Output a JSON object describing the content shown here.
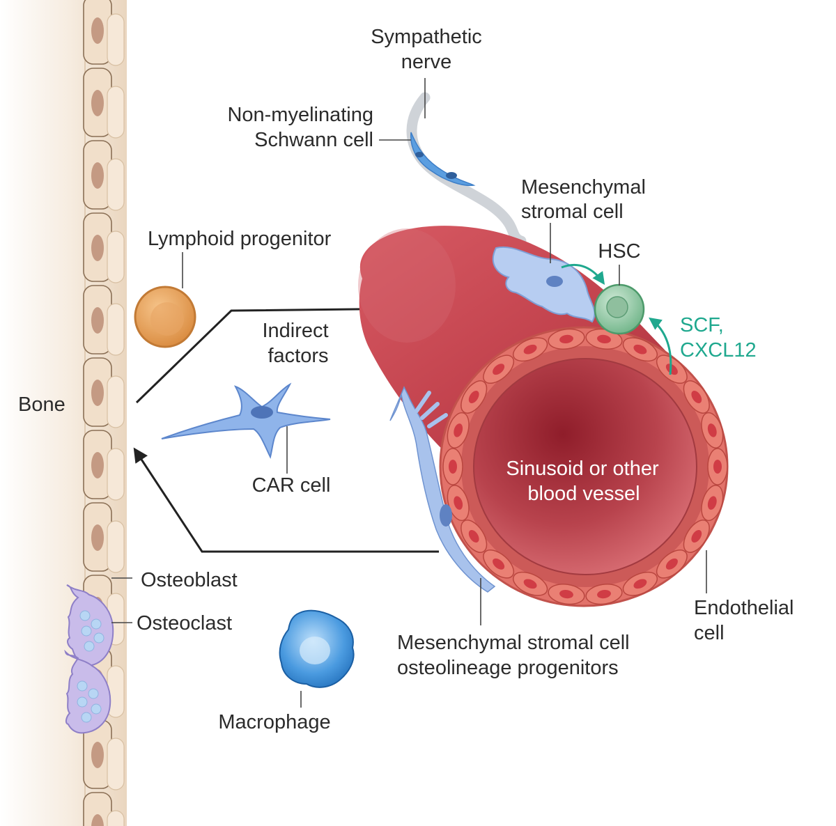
{
  "labels": {
    "sympathetic_nerve": [
      "Sympathetic",
      "nerve"
    ],
    "schwann_cell": [
      "Non-myelinating",
      "Schwann cell"
    ],
    "mesenchymal_stromal_cell": [
      "Mesenchymal",
      "stromal cell"
    ],
    "hsc": "HSC",
    "lymphoid_progenitor": "Lymphoid progenitor",
    "scf_cxcl12": [
      "SCF,",
      "CXCL12"
    ],
    "indirect_factors": [
      "Indirect",
      "factors"
    ],
    "bone": "Bone",
    "car_cell": "CAR cell",
    "sinusoid": [
      "Sinusoid or other",
      "blood vessel"
    ],
    "osteoblast": "Osteoblast",
    "osteoclast": "Osteoclast",
    "endothelial_cell": [
      "Endothelial",
      "cell"
    ],
    "msc_progenitors": [
      "Mesenchymal stromal cell",
      "osteolineage progenitors"
    ],
    "macrophage": "Macrophage"
  },
  "colors": {
    "vessel": "#c8454f",
    "vessel_lumen": "#a32a36",
    "endothelium": "#e8776d",
    "stromal": "#a9c3ec",
    "hsc": "#8cc79f",
    "teal_arrow": "#1fa88e",
    "bone": "#efdcc6",
    "lymphoid": "#e8a460",
    "macrophage": "#3f8fd6",
    "osteoclast": "#c3b5e6"
  }
}
